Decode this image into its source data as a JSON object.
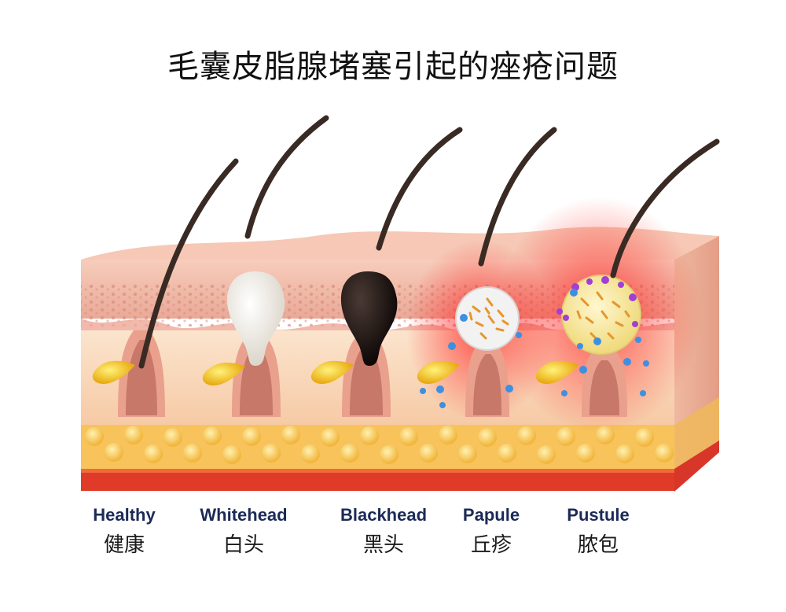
{
  "title": "毛囊皮脂腺堵塞引起的痤疮问题",
  "stages": [
    {
      "en": "Healthy",
      "zh": "健康"
    },
    {
      "en": "Whitehead",
      "zh": "白头"
    },
    {
      "en": "Blackhead",
      "zh": "黑头"
    },
    {
      "en": "Papule",
      "zh": "丘疹"
    },
    {
      "en": "Pustule",
      "zh": "脓包"
    }
  ],
  "colors": {
    "skin_surface": "#f2b8a4",
    "epidermis": "#e7a092",
    "dermis": "#f9d9bd",
    "fat": "#f8c85a",
    "muscle": "#e33b2a",
    "hair": "#3a2a24",
    "sebum": "#f4c21a",
    "inflammation": "#ff3b3b",
    "bacteria_blue": "#3f8fe0",
    "bacteria_purple": "#a23fd0"
  }
}
